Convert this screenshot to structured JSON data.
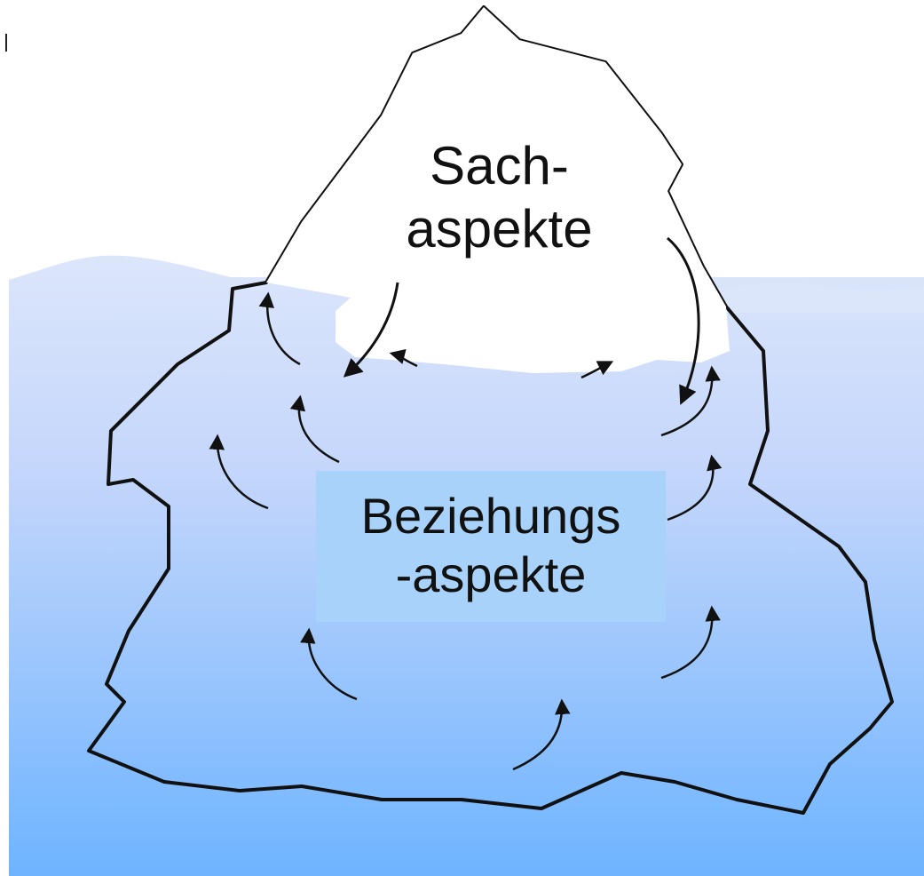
{
  "diagram": {
    "title": "",
    "upper_label_line1": "Sach-",
    "upper_label_line2": "aspekte",
    "lower_label_line1": "Beziehungs",
    "lower_label_line2": "-aspekte"
  },
  "colors": {
    "background": "#ffffff",
    "water_top": "#dce6fb",
    "water_bottom": "#6eb4ff",
    "iceberg_tip": "#ffffff",
    "outline": "#111111",
    "label_box": "#a8d2fa"
  }
}
